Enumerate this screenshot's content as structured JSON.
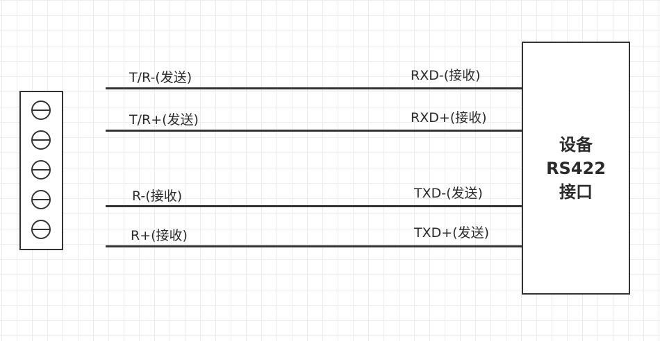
{
  "diagram": {
    "type": "RS422 wiring diagram",
    "terminal_block": {
      "screw_count": 5,
      "screw_icon": "slotted-screw-icon"
    },
    "connections": [
      {
        "left_label": "T/R-(发送)",
        "right_label": "RXD-(接收)"
      },
      {
        "left_label": "T/R+(发送)",
        "right_label": "RXD+(接收)"
      },
      {
        "left_label": "R-(接收)",
        "right_label": "TXD-(发送)"
      },
      {
        "left_label": "R+(接收)",
        "right_label": "TXD+(发送)"
      }
    ],
    "device": {
      "lines": [
        "设备",
        "RS422",
        "接口"
      ]
    },
    "colors": {
      "line": "#333333",
      "text": "#2b2b2b",
      "grid": "#ececec",
      "background": "#ffffff"
    }
  }
}
